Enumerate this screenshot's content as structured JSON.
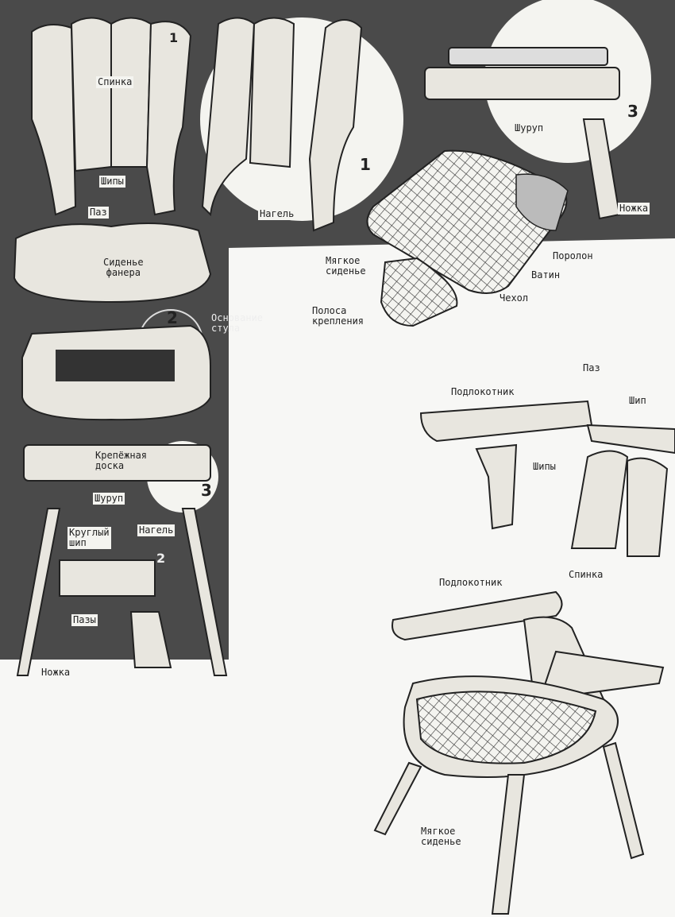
{
  "colors": {
    "background": "#f7f7f5",
    "panel": "#4a4a4a",
    "wood": "#e8e6df",
    "ink": "#222222"
  },
  "labels": {
    "back": "Спинка",
    "tenons_back": "Шипы",
    "groove_seat": "Паз",
    "seat_plywood": "Сиденье\nфанера",
    "dowel_top": "Нагель",
    "soft_seat_top": "Мягкое\nсиденье",
    "fastening_strip": "Полоса\nкрепления",
    "cover": "Чехол",
    "batting": "Ватин",
    "foam": "Поролон",
    "screw_top": "Шуруп",
    "leg_top": "Ножка",
    "chair_base": "Основание\nстула",
    "mounting_board": "Крепёжная\nдоска",
    "screw_mid": "Шуруп",
    "round_tenon": "Круглый\nшип",
    "dowel_mid": "Нагель",
    "grooves": "Пазы",
    "leg_bottom": "Ножка",
    "armrest_top": "Подлокотник",
    "groove_arm": "Паз",
    "tenon_arm": "Шип",
    "tenons_arm": "Шипы",
    "back_right": "Спинка",
    "armrest_bottom": "Подлокотник",
    "soft_seat_bottom": "Мягкое\nсиденье"
  },
  "callouts": {
    "c1a": "1",
    "c1b": "1",
    "c3a": "3",
    "c2a": "2",
    "c3b": "3",
    "c2b": "2"
  }
}
